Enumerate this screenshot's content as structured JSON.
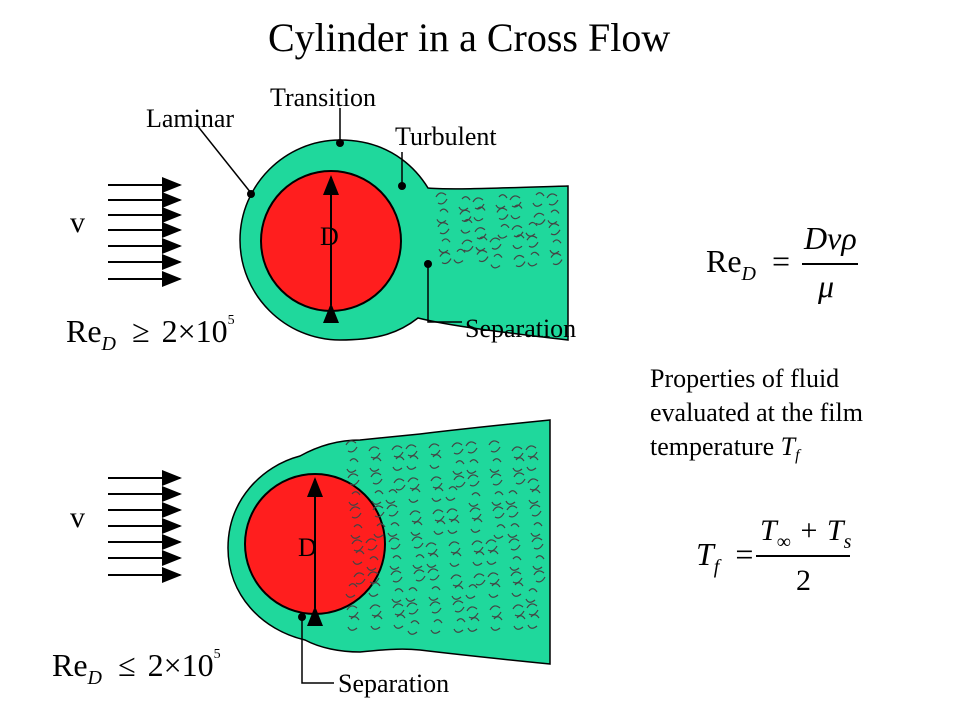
{
  "title": "Cylinder in a Cross Flow",
  "top_diagram": {
    "label_laminar": "Laminar",
    "label_transition": "Transition",
    "label_turbulent": "Turbulent",
    "label_separation": "Separation",
    "label_velocity": "v",
    "label_diameter": "D",
    "condition": {
      "lhs": "Re",
      "sub": "D",
      "op": "≥",
      "coef": "2",
      "times": "×",
      "base": "10",
      "exp": "5"
    }
  },
  "bottom_diagram": {
    "label_separation": "Separation",
    "label_velocity": "v",
    "label_diameter": "D",
    "condition": {
      "lhs": "Re",
      "sub": "D",
      "op": "≤",
      "coef": "2",
      "times": "×",
      "base": "10",
      "exp": "5"
    }
  },
  "reynolds_equation": {
    "lhs": "Re",
    "sub": "D",
    "eq": "=",
    "numerator": "Dvρ",
    "denominator": "μ"
  },
  "film_note": {
    "line1": "Properties of fluid",
    "line2": "evaluated at the film",
    "line3_text": "temperature ",
    "line3_symbol": "T",
    "line3_sub": "f"
  },
  "film_equation": {
    "lhs": "T",
    "lhs_sub": "f",
    "eq": "=",
    "num_a": "T",
    "num_a_sub": "∞",
    "plus": "+",
    "num_b": "T",
    "num_b_sub": "s",
    "denominator": "2"
  },
  "colors": {
    "fluid": "#1fd89c",
    "cylinder": "#ff1e1e",
    "ink": "#000000"
  }
}
